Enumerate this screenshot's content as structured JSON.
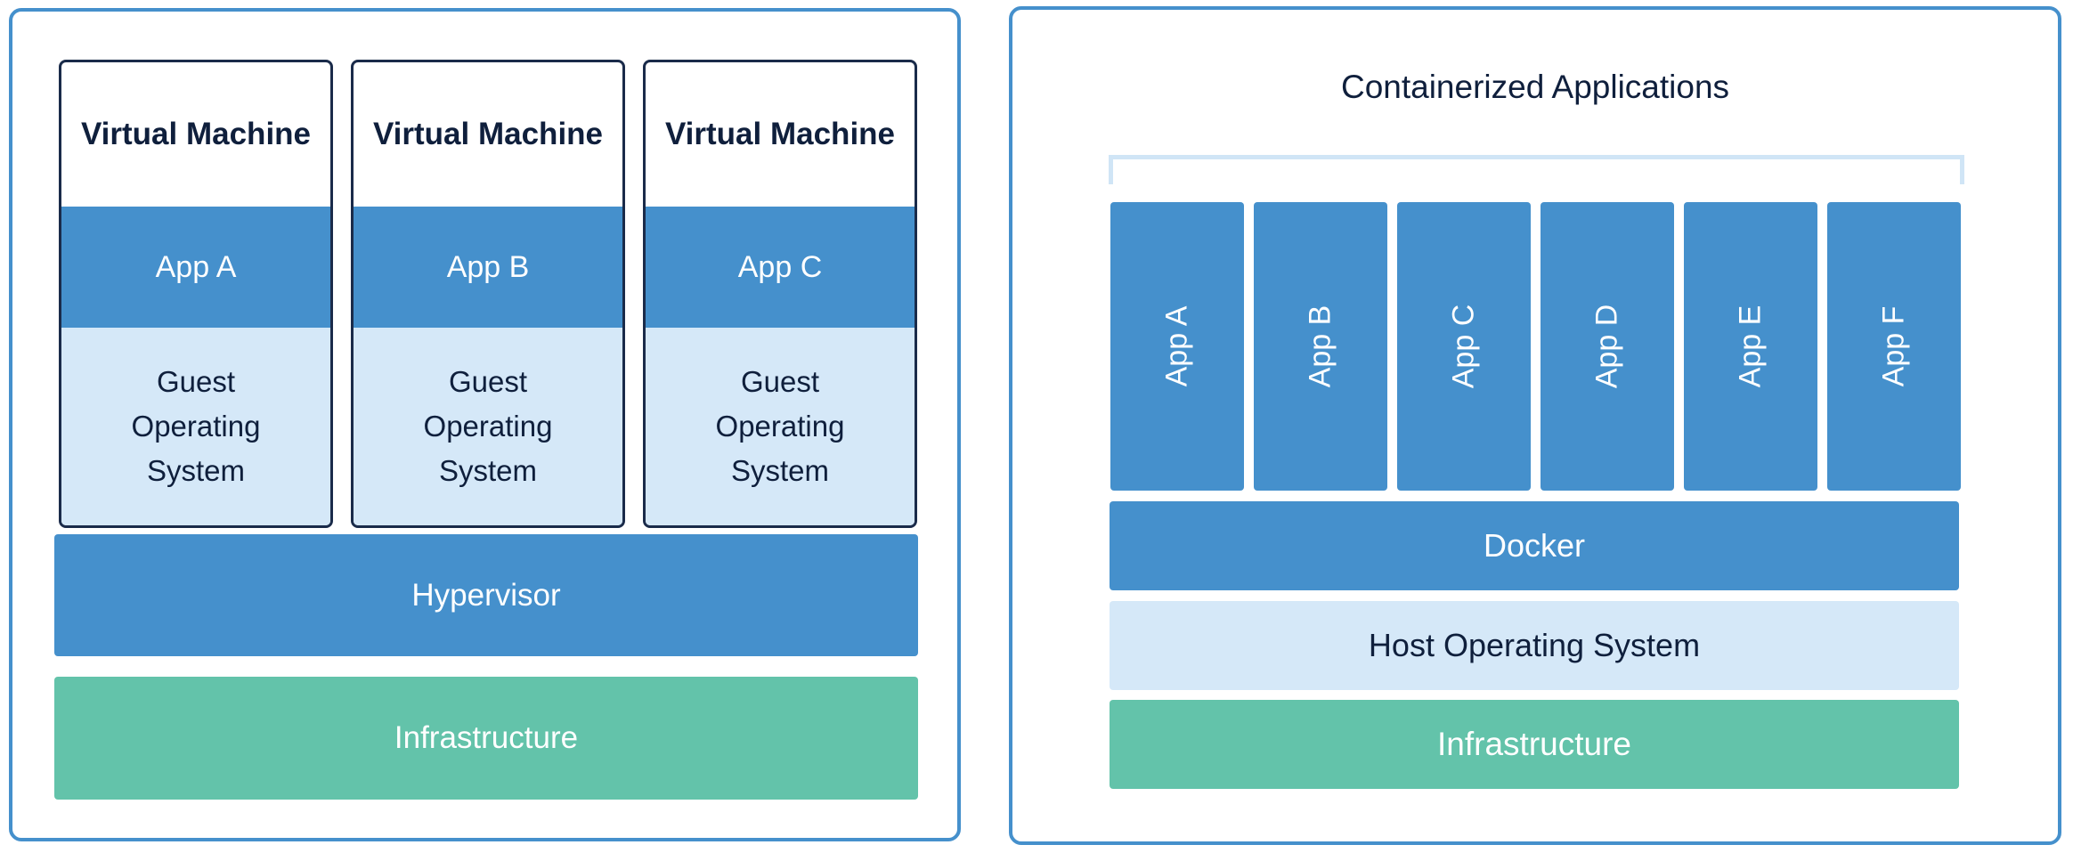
{
  "vm_diagram": {
    "machines": [
      {
        "title": "Virtual Machine",
        "app": "App A",
        "guest_os": "Guest\nOperating\nSystem"
      },
      {
        "title": "Virtual Machine",
        "app": "App B",
        "guest_os": "Guest\nOperating\nSystem"
      },
      {
        "title": "Virtual Machine",
        "app": "App C",
        "guest_os": "Guest\nOperating\nSystem"
      }
    ],
    "hypervisor": "Hypervisor",
    "infrastructure": "Infrastructure"
  },
  "container_diagram": {
    "title": "Containerized Applications",
    "apps": [
      "App A",
      "App B",
      "App C",
      "App D",
      "App E",
      "App F"
    ],
    "docker": "Docker",
    "host_os": "Host Operating System",
    "infrastructure": "Infrastructure"
  },
  "colors": {
    "border": "#4590cc",
    "app_blue": "#4590cc",
    "os_pale": "#d5e8f8",
    "infrastructure_green": "#63c3aa",
    "text_dark": "#0f1f3c"
  }
}
